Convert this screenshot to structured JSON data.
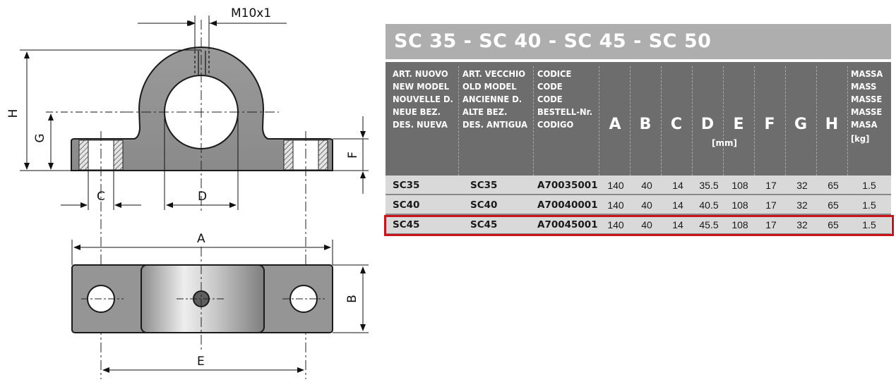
{
  "drawing": {
    "thread_label": "M10x1",
    "dims": {
      "H": "H",
      "G": "G",
      "F": "F",
      "C": "C",
      "D": "D",
      "A": "A",
      "B": "B",
      "E": "E"
    }
  },
  "table": {
    "title": "SC 35 - SC 40 - SC 45 - SC 50",
    "header_text_cols": [
      [
        "ART. NUOVO",
        "NEW MODEL",
        "NOUVELLE D.",
        "NEUE BEZ.",
        "DES. NUEVA"
      ],
      [
        "ART. VECCHIO",
        "OLD MODEL",
        "ANCIENNE D.",
        "ALTE BEZ.",
        "DES. ANTIGUA"
      ],
      [
        "CODICE",
        "CODE",
        "CODE",
        "BESTELL-Nr.",
        "CODIGO"
      ]
    ],
    "dim_letters": [
      "A",
      "B",
      "C",
      "D",
      "E",
      "F",
      "G",
      "H"
    ],
    "mm_unit": "[mm]",
    "mass_col": [
      "MASSA",
      "MASS",
      "MASSE",
      "MASSE",
      "MASA"
    ],
    "mass_unit": "[kg]",
    "rows": [
      {
        "new": "SC35",
        "old": "SC35",
        "code": "A70035001",
        "A": "140",
        "B": "40",
        "C": "14",
        "D": "35.5",
        "E": "108",
        "F": "17",
        "G": "32",
        "H": "65",
        "mass": "1.5"
      },
      {
        "new": "SC40",
        "old": "SC40",
        "code": "A70040001",
        "A": "140",
        "B": "40",
        "C": "14",
        "D": "40.5",
        "E": "108",
        "F": "17",
        "G": "32",
        "H": "65",
        "mass": "1.5"
      },
      {
        "new": "SC45",
        "old": "SC45",
        "code": "A70045001",
        "A": "140",
        "B": "40",
        "C": "14",
        "D": "45.5",
        "E": "108",
        "F": "17",
        "G": "32",
        "H": "65",
        "mass": "1.5"
      }
    ],
    "highlighted_row": "SC45",
    "colors": {
      "title_bg": "#aeaeae",
      "header_bg": "#6d6d6d",
      "row_bg": "#d9d9d9",
      "highlight": "#c8141b"
    }
  }
}
